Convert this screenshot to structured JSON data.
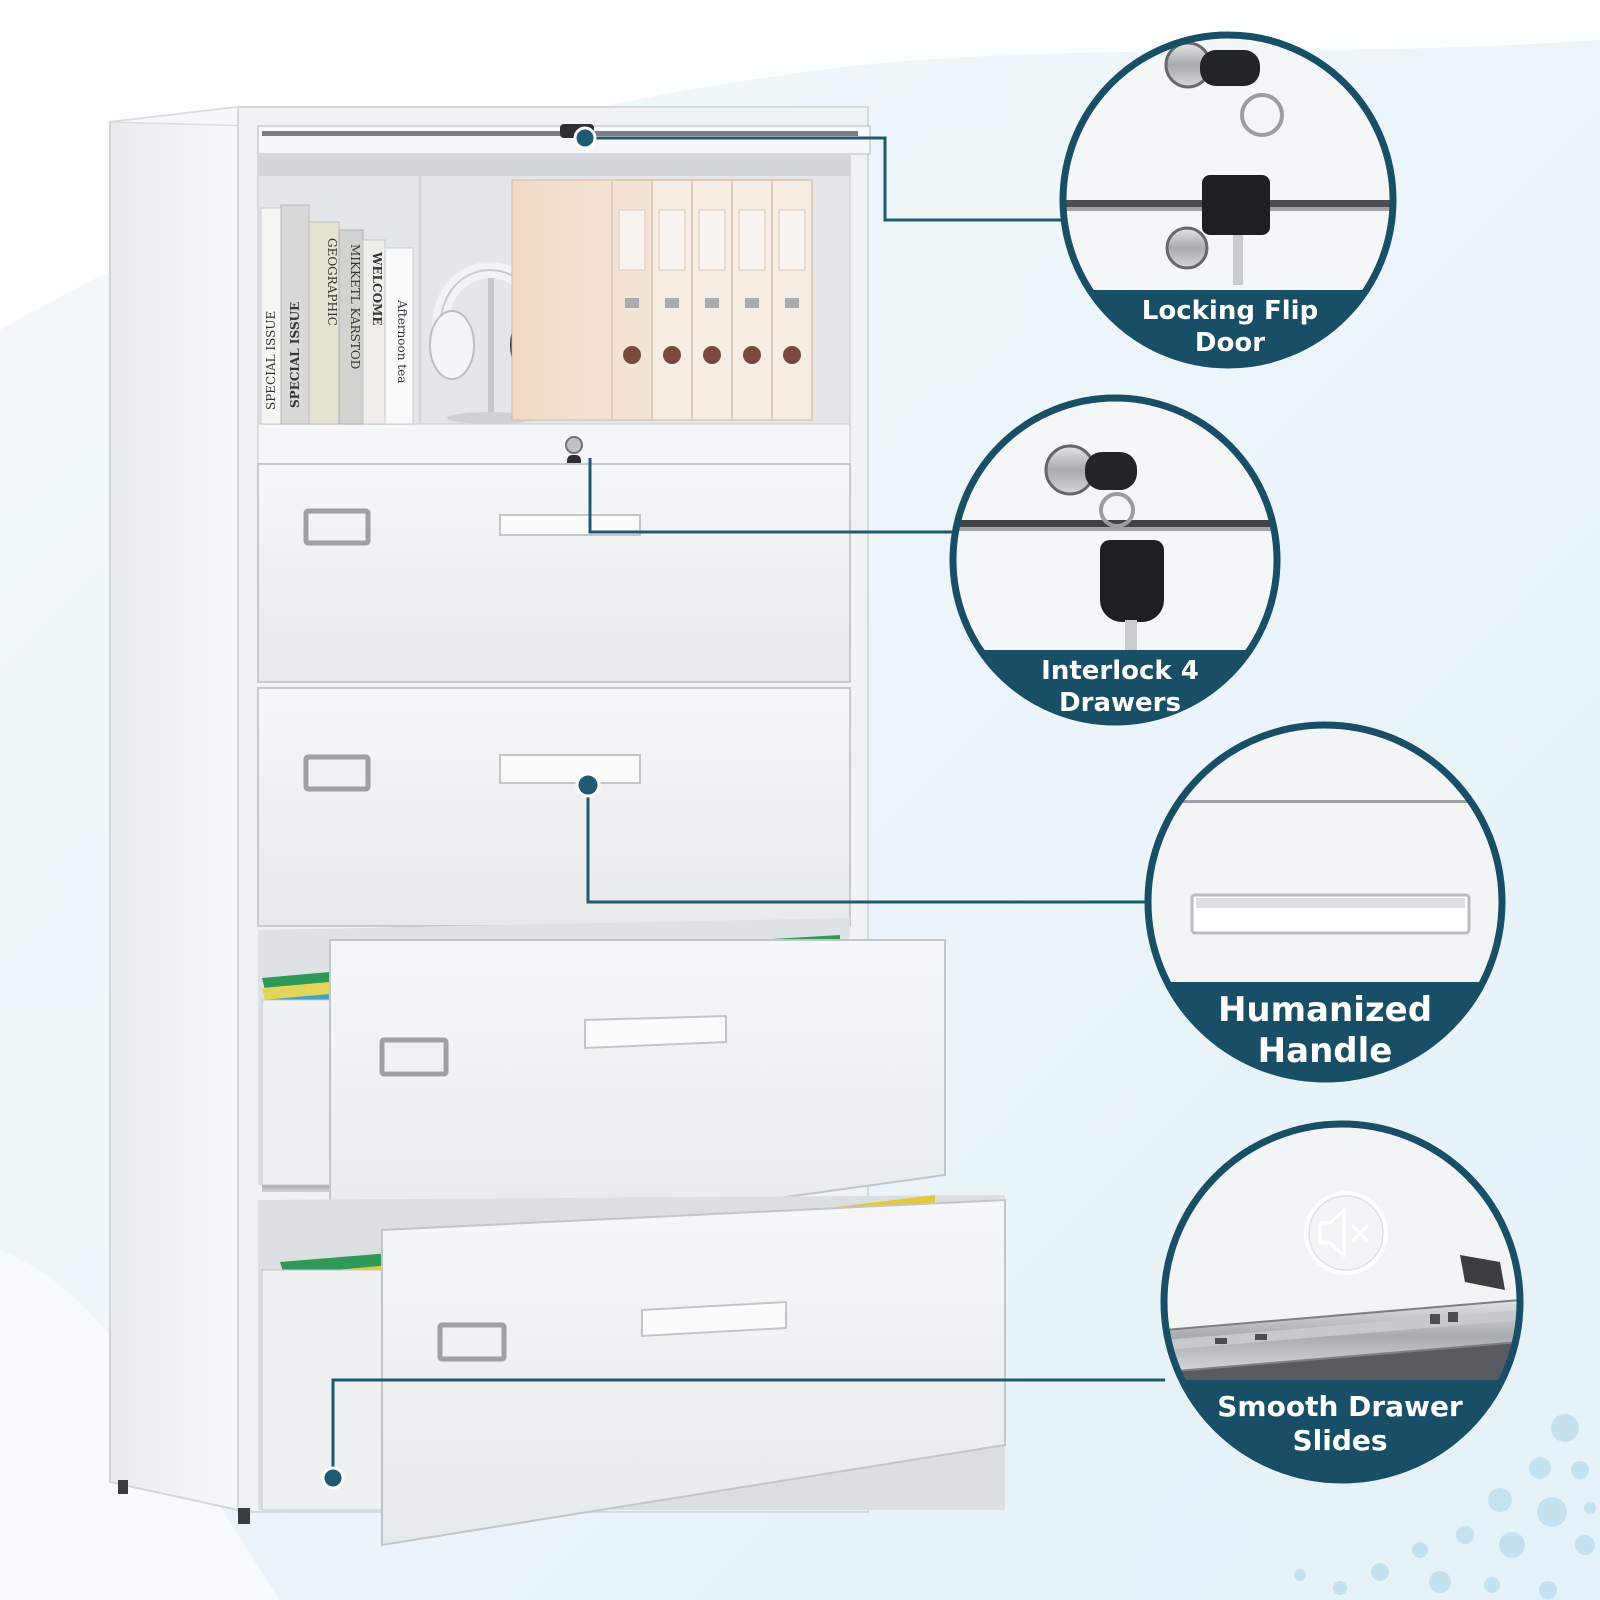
{
  "product": {
    "name": "4-drawer lateral file cabinet with locking flip door",
    "body_color": "#f3f4f5",
    "shelf_items": {
      "book_spines": [
        "SPECIAL ISSUE",
        "SPECIAL ISSUE",
        "GEOGRAPHIC",
        "MIKKETL KARSTOD",
        "WELCOME",
        "Afternoon tea"
      ]
    }
  },
  "callouts": [
    {
      "id": "locking",
      "label": "Locking Flip\nDoor"
    },
    {
      "id": "interlock",
      "label": "Interlock 4\nDrawers"
    },
    {
      "id": "handle",
      "label": "Humanized\nHandle"
    },
    {
      "id": "slides",
      "label": "Smooth Drawer\nSlides"
    }
  ],
  "icons": {
    "callout_slides": "mute-speaker-icon"
  },
  "colors": {
    "accent": "#194f66",
    "connector": "#1f5a72",
    "background": "#eef6fb"
  }
}
